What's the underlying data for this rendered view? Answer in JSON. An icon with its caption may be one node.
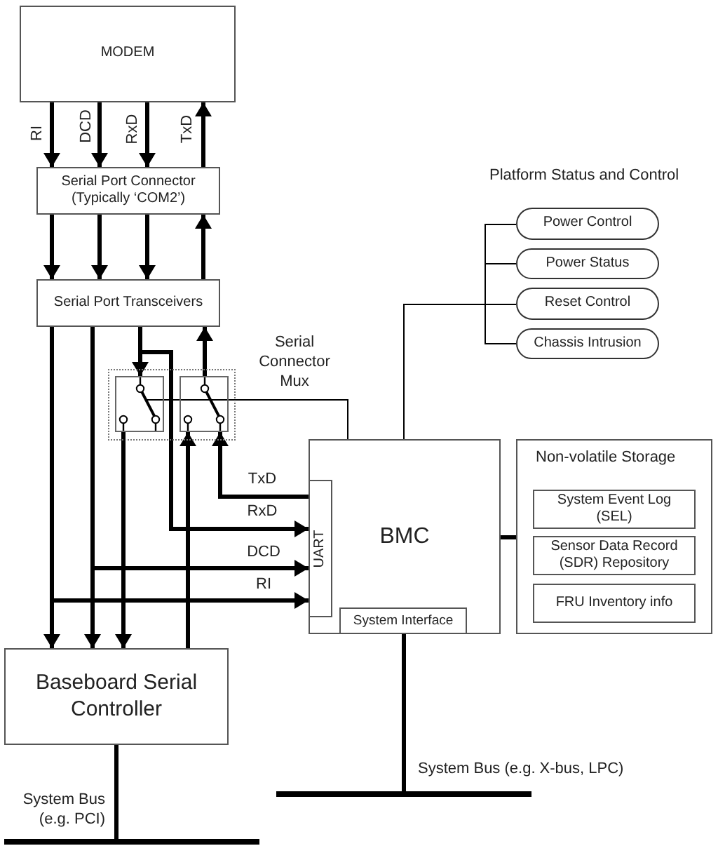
{
  "diagram": {
    "nodes": [
      {
        "text": [
          "MODEM"
        ]
      },
      {
        "text": [
          "Serial Port Connector",
          "(Typically ‘COM2’)"
        ]
      },
      {
        "text": [
          "Serial Port Transceivers"
        ]
      },
      {
        "text": [
          "Power Control"
        ]
      },
      {
        "text": [
          "Power Status"
        ]
      },
      {
        "text": [
          "Reset Control"
        ]
      },
      {
        "text": [
          "Chassis Intrusion"
        ]
      },
      {
        "text": [],
        "shape": "box",
        "beside": [
          "Serial Connector Mux"
        ]
      },
      {
        "text": [],
        "shape": "box",
        "in": 7
      },
      {
        "text": [],
        "shape": "box",
        "in": 7
      },
      {
        "text": [
          "BMC"
        ]
      },
      {
        "text": [
          "UART"
        ],
        "in": 10
      },
      {
        "text": [
          "System Interface"
        ],
        "in": 10
      },
      {
        "text": [
          "Non-volatile Storage"
        ]
      },
      {
        "text": [
          "System Event Log (SEL)"
        ],
        "in": 13
      },
      {
        "text": [
          "Sensor Data Record (SDR) Repository"
        ],
        "in": 13
      },
      {
        "text": [
          "FRU Inventory info"
        ],
        "in": 13
      },
      {
        "text": [
          "Baseboard Serial Controller"
        ]
      },
      {
        "text": [],
        "shape": "bar",
        "beside": [
          "System Bus (e.g. PCI)"
        ]
      },
      {
        "text": [],
        "shape": "bar",
        "beside": [
          "System Bus (e.g. X-bus, LPC)"
        ]
      }
    ],
    "edges": [
      {
        "from": 0,
        "to": 1,
        "arrow": "to",
        "label": "RI"
      },
      {
        "from": 0,
        "to": 1,
        "arrow": "to",
        "label": "DCD"
      },
      {
        "from": 0,
        "to": 1,
        "arrow": "to",
        "label": "RxD"
      },
      {
        "from": 1,
        "to": 0,
        "arrow": "to",
        "label": "TxD"
      },
      {
        "from": 1,
        "to": 2,
        "arrow": "to"
      },
      {
        "from": 1,
        "to": 2,
        "arrow": "to"
      },
      {
        "from": 1,
        "to": 2,
        "arrow": "to"
      },
      {
        "from": 2,
        "to": 1,
        "arrow": "to"
      },
      {
        "from": 2,
        "to": 17,
        "arrow": "to"
      },
      {
        "from": 2,
        "to": 11,
        "arrow": "to",
        "label": "RI"
      },
      {
        "from": 2,
        "to": 17,
        "arrow": "to"
      },
      {
        "from": 2,
        "to": 11,
        "arrow": "to",
        "label": "DCD"
      },
      {
        "from": 2,
        "to": 8,
        "arrow": "to"
      },
      {
        "from": 2,
        "to": 11,
        "arrow": "to",
        "label": "RxD"
      },
      {
        "from": 8,
        "to": 17,
        "arrow": "to"
      },
      {
        "from": 9,
        "to": 2,
        "arrow": "to"
      },
      {
        "from": 17,
        "to": 9,
        "arrow": "to"
      },
      {
        "from": 11,
        "to": 9,
        "arrow": "to",
        "label": "TxD"
      },
      {
        "from": 10,
        "to": 9,
        "arrow": "none"
      },
      {
        "from": 9,
        "to": 8,
        "arrow": "none"
      },
      {
        "from": 10,
        "to": 3,
        "arrow": "none"
      },
      {
        "from": 10,
        "to": 4,
        "arrow": "none"
      },
      {
        "from": 10,
        "to": 5,
        "arrow": "none"
      },
      {
        "from": 10,
        "to": 6,
        "arrow": "none"
      },
      {
        "from": 10,
        "to": 13,
        "arrow": "none"
      },
      {
        "from": 12,
        "to": 19,
        "arrow": "none"
      },
      {
        "from": 17,
        "to": 18,
        "arrow": "none"
      }
    ],
    "labels": [
      "Platform Status and Control"
    ]
  }
}
